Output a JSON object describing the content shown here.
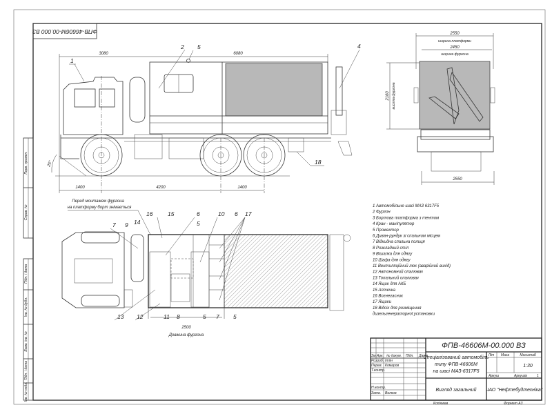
{
  "drawing_code": "ФПВ-46606М-00.000 ВЗ",
  "side_view": {
    "dims": {
      "front": "3080",
      "body": "6080",
      "overhang": "1400",
      "wheelbase": "4200",
      "bogie": "1400",
      "angle": "25°"
    },
    "callouts": [
      "1",
      "2",
      "5",
      "4",
      "18"
    ]
  },
  "rear_view": {
    "platform_width": "2550",
    "platform_width_label": "ширина платформи",
    "body_width": "2450",
    "body_width_label": "ширина фургона",
    "body_height": "2160",
    "body_height_label": "висота фургона",
    "track_width": "2550"
  },
  "plan_view": {
    "note_line1": "Перед монтажем фургона",
    "note_line2": "на платформу борт знімається",
    "top_callouts": [
      "7",
      "9",
      "14",
      "16",
      "15",
      "6",
      "5",
      "10",
      "6",
      "17"
    ],
    "bottom_callouts": [
      "13",
      "12",
      "11",
      "8",
      "5",
      "7",
      "5"
    ],
    "length_dim": "2500",
    "length_label": "Довжина фургона"
  },
  "legend": [
    "1  Автомобільне шасі МАЗ 6317F5",
    "2  Фургон",
    "3 Бортова платформа з тентом",
    "4  Кран - маніпулятор",
    "5 Прожектор",
    "6 Диван-рундук зі спальним місцем",
    "7 Відкидна спальна полиця",
    "8 Розкладний стіл",
    "9 Вішалка для одягу",
    "10 Шафа для одягу",
    "11 Вентиляційний люк (аварійний вихід)",
    "12  Автономний опалювач",
    "13  Топальний опалювач",
    "14  Ящик для АКБ",
    "15  Аптечка",
    "16  Вогнегасник",
    "17  Ящики",
    "18  Відсік для розміщення",
    "   дизельгенераторної установки"
  ],
  "left_stamps": [
    "Перв. примен.",
    "Справ. №",
    "Підп. і дата",
    "Інв. № дубл.",
    "Взам. інв. №",
    "Підп. і дата",
    "Інв. № подл."
  ],
  "title_block": {
    "code": "ФПВ-46606М-00.000 ВЗ",
    "desc1": "Спеціалізований автомобіль",
    "desc2": "типу ФПВ-46606М",
    "desc3": "на шасі МАЗ-6317F5",
    "view_name": "Вигляд загальний",
    "company": "ЧАО \"Нефтебудтехніка\"",
    "lit_label": "Літ",
    "mass_label": "Маса",
    "scale_label": "Масштаб",
    "scale": "1:30",
    "sheet_label": "Аркуш",
    "sheets_label": "Аркушів",
    "sheets": "1",
    "hdr": [
      "Зм.",
      "Арк.",
      "№ докум.",
      "Підп.",
      "Дата"
    ],
    "roles": [
      "Розроб.",
      "Перев.",
      "Т.контр.",
      "",
      "Н.контр.",
      "Затв."
    ],
    "names": [
      "Іллін",
      "Комаров",
      "",
      "",
      "",
      "Волков"
    ],
    "copied": "Копіював",
    "format": "Формат  А3"
  }
}
